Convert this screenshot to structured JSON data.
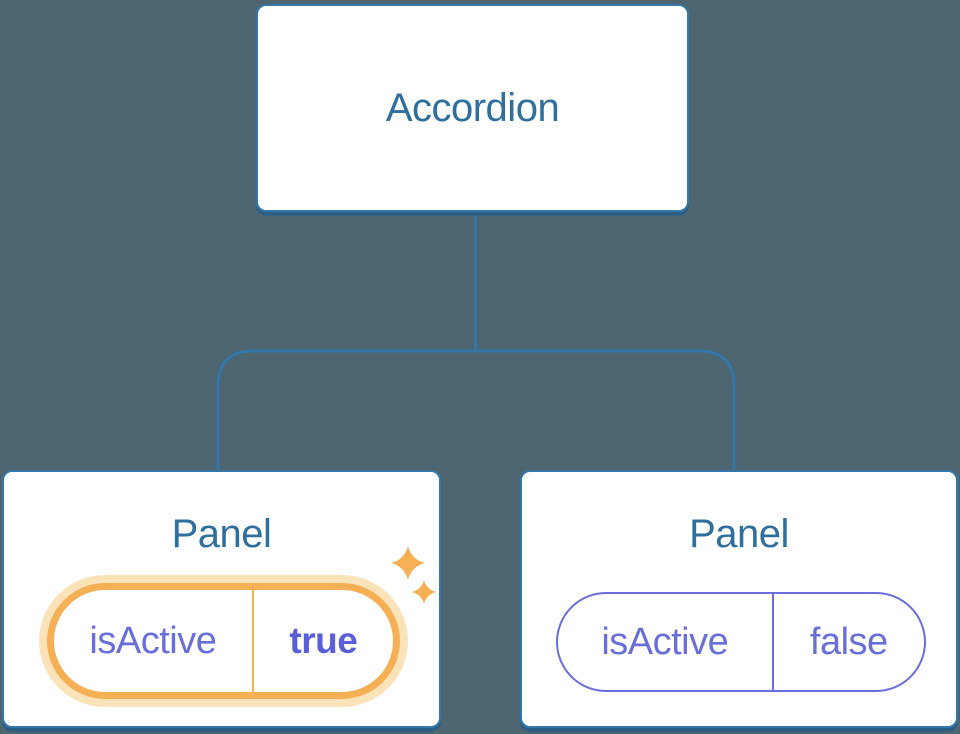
{
  "diagram": {
    "description": "Component tree: Accordion parent passing isActive state to two Panel children",
    "root": {
      "label": "Accordion"
    },
    "panels": [
      {
        "title": "Panel",
        "prop": "isActive",
        "value": "true",
        "active": true
      },
      {
        "title": "Panel",
        "prop": "isActive",
        "value": "false",
        "active": false
      }
    ],
    "colors": {
      "background": "#4D6671",
      "node_fill": "#FFFFFF",
      "node_border": "#3477A8",
      "node_shadow": "#2B5E85",
      "node_text": "#2F6F9E",
      "connector": "#3477A8",
      "state_text": "#6A6EDB",
      "state_value_active": "#5A5ED8",
      "active_ring": "#F5B056",
      "active_halo": "#FBE3B9",
      "active_divider": "#F3B159",
      "inactive_ring": "#6A6EDB",
      "sparkle": "#F5B056"
    }
  }
}
